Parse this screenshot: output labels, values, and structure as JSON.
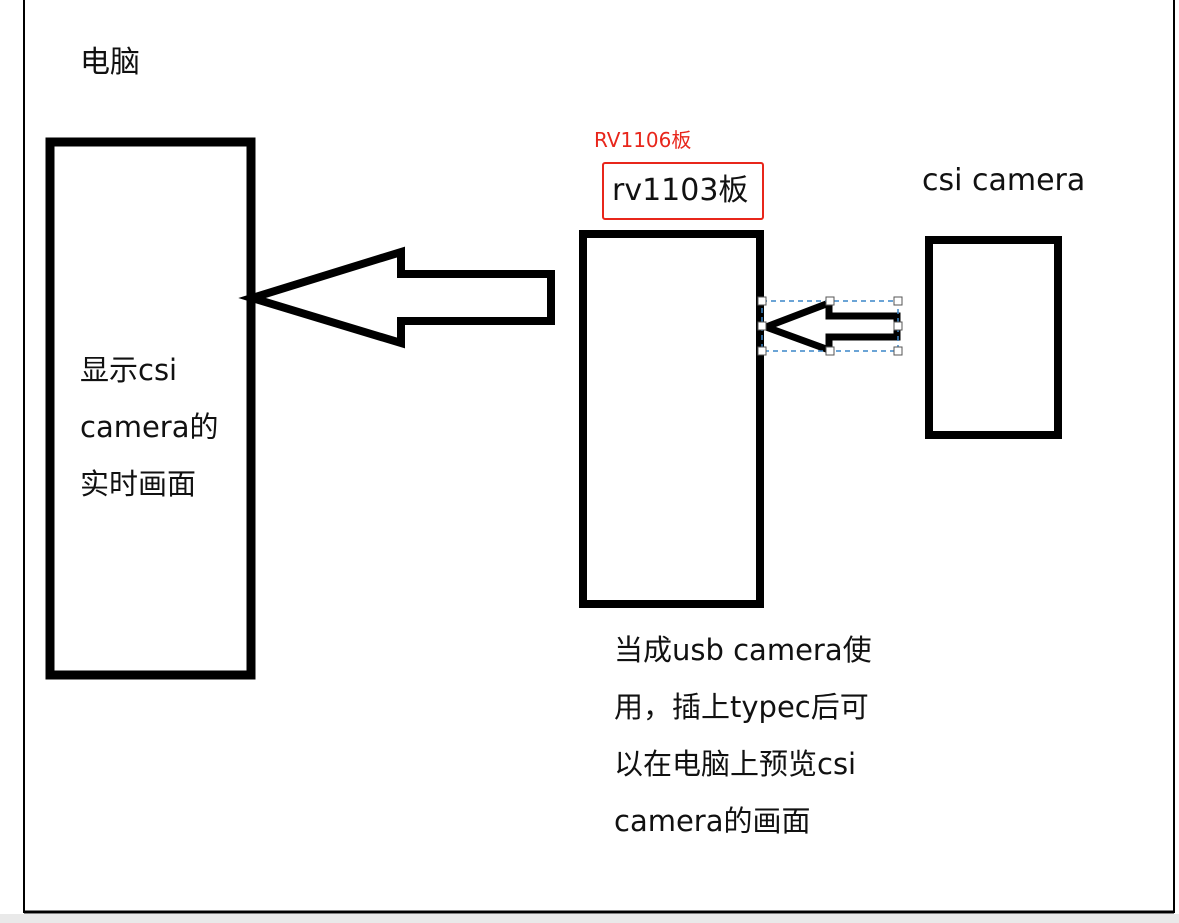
{
  "labels": {
    "pc_title": "电脑",
    "pc_display": "显示csi\ncamera的\n实时画面",
    "board_annotation": "RV1106板",
    "board_title": "rv1103板",
    "camera_title": "csi camera",
    "usb_note": "当成usb camera使\n用，插上typec后可\n以在电脑上预览csi\ncamera的画面"
  },
  "colors": {
    "stroke": "#000000",
    "annotation": "#e8261b",
    "selection": "#3a86c8"
  }
}
